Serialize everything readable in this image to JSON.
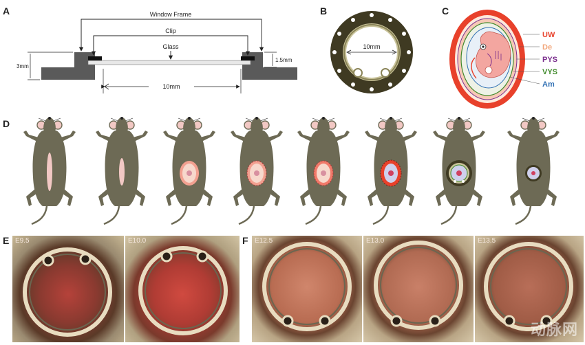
{
  "panels": {
    "a": "A",
    "b": "B",
    "c": "C",
    "d": "D",
    "e": "E",
    "f": "F"
  },
  "panel_a": {
    "window_frame": "Window Frame",
    "clip": "Clip",
    "glass": "Glass",
    "dim_3mm": "3mm",
    "dim_15mm": "1.5mm",
    "dim_10mm": "10mm"
  },
  "panel_b": {
    "dim_10mm": "10mm"
  },
  "panel_c": {
    "legend": [
      {
        "label": "UW",
        "color": "#e8412b"
      },
      {
        "label": "De",
        "color": "#f2a67a"
      },
      {
        "label": "PYS",
        "color": "#7b2f8e"
      },
      {
        "label": "VYS",
        "color": "#3f8a2a"
      },
      {
        "label": "Am",
        "color": "#2f6fb3"
      }
    ]
  },
  "panel_e": {
    "labels": [
      "E9.5",
      "E10.0"
    ]
  },
  "panel_f": {
    "labels": [
      "E12.5",
      "E13.0",
      "E13.5"
    ]
  },
  "watermark": "动脉网"
}
